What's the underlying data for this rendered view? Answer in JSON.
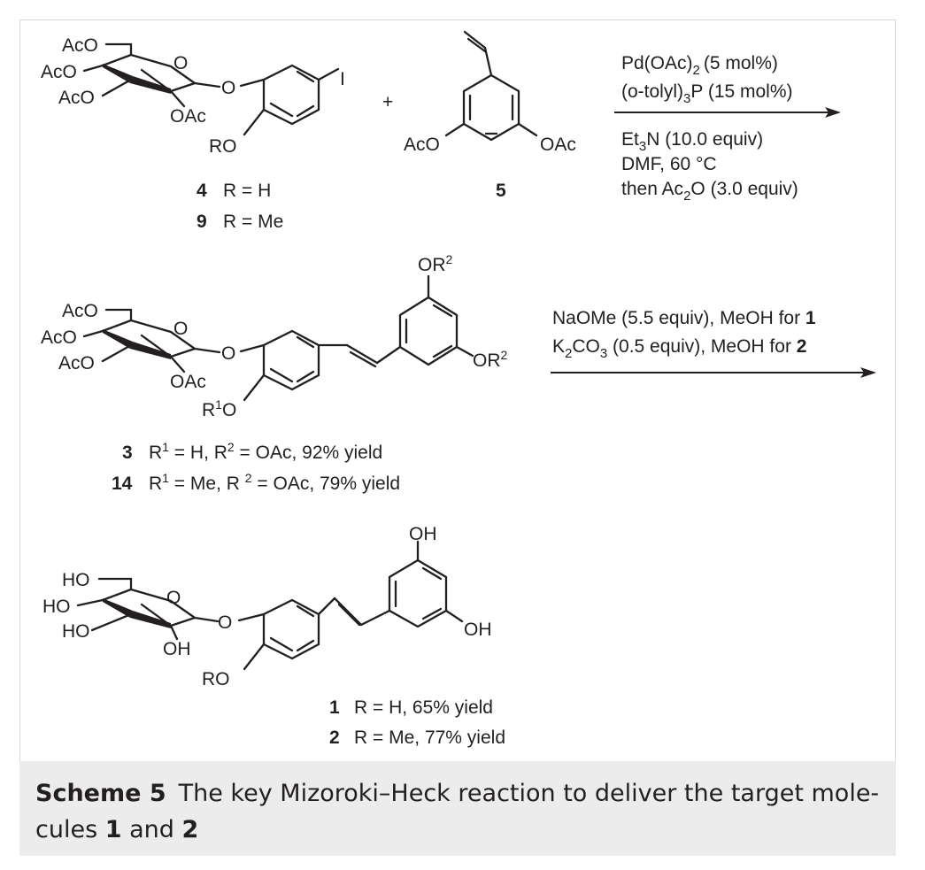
{
  "reaction1": {
    "conditions": [
      "Pd(OAc)",
      "(5 mol%)",
      "(o-tolyl)",
      "P (15 mol%)",
      "Et",
      "N (10.0 equiv)",
      "DMF, 60 °C",
      "then Ac",
      "O (3.0 equiv)"
    ],
    "subscripts": [
      "2",
      "3",
      "3",
      "2"
    ],
    "plus": "+"
  },
  "compound_4": {
    "number": "4",
    "label": "R = H"
  },
  "compound_9": {
    "number": "9",
    "label": "R = Me"
  },
  "compound_5": {
    "number": "5"
  },
  "compound_3": {
    "number": "3",
    "label_a": "R",
    "sup1": "1",
    "label_b": " = H, R",
    "sup2": "2",
    "label_c": " = OAc, 92% yield"
  },
  "compound_14": {
    "number": "14",
    "label_a": "R",
    "sup1": "1",
    "label_b": " = Me, R ",
    "sup2": "2",
    "label_c": " = OAc, 79% yield"
  },
  "reaction2": {
    "line1_a": "NaOMe (5.5 equiv), MeOH for ",
    "line1_b": "1",
    "line2_a": "K",
    "line2_sub1": "2",
    "line2_b": "CO",
    "line2_sub2": "3",
    "line2_c": " (0.5 equiv), MeOH for ",
    "line2_d": "2"
  },
  "compound_1": {
    "number": "1",
    "label": "R = H, 65% yield"
  },
  "compound_2": {
    "number": "2",
    "label": "R = Me, 77% yield"
  },
  "atoms": {
    "AcO": "AcO",
    "OAc": "OAc",
    "O": "O",
    "I": "I",
    "RO": "RO",
    "OR": "OR",
    "R": "R",
    "HO": "HO",
    "OH": "OH",
    "sup1": "1",
    "sup2": "2"
  },
  "caption": {
    "label": "Scheme 5",
    "text_a": "The key Mizoroki–Heck reaction to deliver the target mole-cules ",
    "bold1": "1",
    "text_b": " and ",
    "bold2": "2"
  }
}
